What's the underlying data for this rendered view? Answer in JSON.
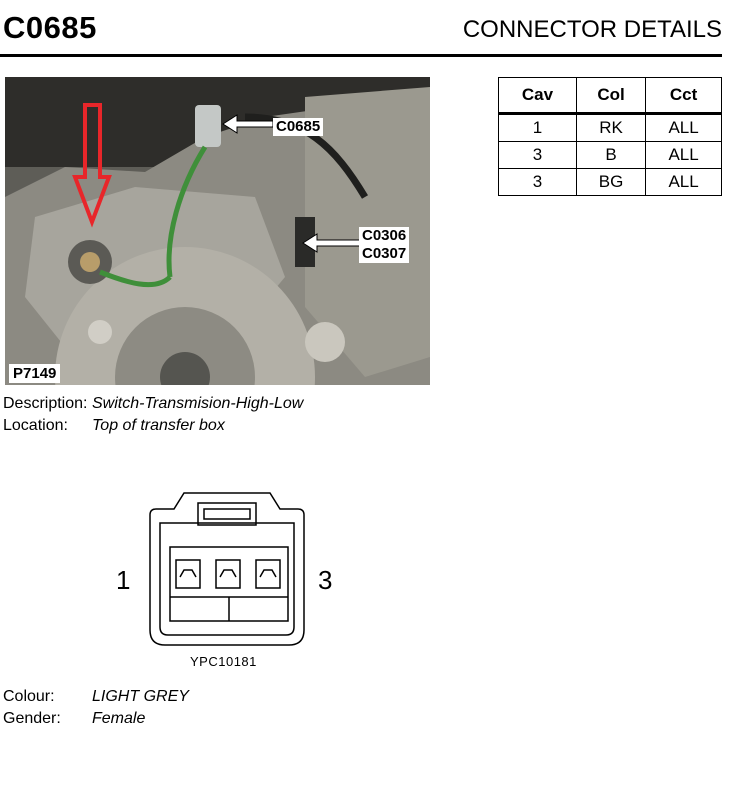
{
  "header": {
    "connector_id": "C0685",
    "title": "CONNECTOR DETAILS"
  },
  "photo": {
    "callouts": [
      "C0685",
      "C0306",
      "C0307"
    ],
    "reference": "P7149",
    "arrow_color": "#e8262a"
  },
  "table": {
    "headers": [
      "Cav",
      "Col",
      "Cct"
    ],
    "rows": [
      [
        "1",
        "RK",
        "ALL"
      ],
      [
        "3",
        "B",
        "ALL"
      ],
      [
        "3",
        "BG",
        "ALL"
      ]
    ]
  },
  "description": {
    "label": "Description:",
    "value": "Switch-Transmision-High-Low"
  },
  "location": {
    "label": "Location:",
    "value": "Top of transfer box"
  },
  "diagram": {
    "pin_left": "1",
    "pin_right": "3",
    "reference": "YPC10181"
  },
  "colour": {
    "label": "Colour:",
    "value": "LIGHT GREY"
  },
  "gender": {
    "label": "Gender:",
    "value": "Female"
  }
}
